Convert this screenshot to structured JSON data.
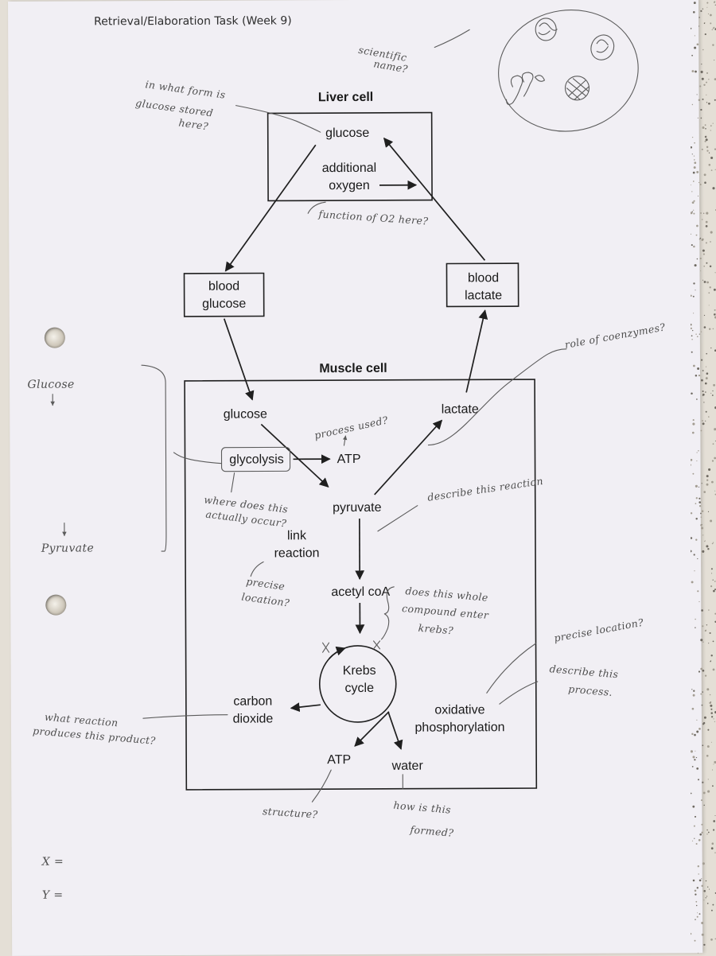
{
  "page_title": "Retrieval/Elaboration Task (Week 9)",
  "liver": {
    "title": "Liver cell",
    "glucose": "glucose",
    "additional_oxygen": [
      "additional",
      "oxygen"
    ]
  },
  "blood_glucose": [
    "blood",
    "glucose"
  ],
  "blood_lactate": [
    "blood",
    "lactate"
  ],
  "muscle": {
    "title": "Muscle cell",
    "glucose": "glucose",
    "glycolysis": "glycolysis",
    "atp_top": "ATP",
    "pyruvate": "pyruvate",
    "lactate": "lactate",
    "link_reaction": [
      "link",
      "reaction"
    ],
    "acetyl_coa": "acetyl coA",
    "krebs_cycle": [
      "Krebs",
      "cycle"
    ],
    "carbon_dioxide": [
      "carbon",
      "dioxide"
    ],
    "oxidative_phosphorylation": [
      "oxidative",
      "phosphorylation"
    ],
    "atp_bottom": "ATP",
    "water": "water"
  },
  "annotations": {
    "scientific_name": [
      "scientific",
      "name?"
    ],
    "glucose_stored": [
      "in what form is",
      "glucose stored",
      "here?"
    ],
    "function_o2": "function of O2 here?",
    "role_coenzymes": "role of coenzymes?",
    "process_used": "process used?",
    "where_occur": [
      "where does this",
      "actually occur?"
    ],
    "describe_reaction": "describe this reaction",
    "precise_location_link": [
      "precise",
      "location?"
    ],
    "whole_compound": [
      "does this whole",
      "compound enter",
      "krebs?"
    ],
    "precise_location_ox": "precise location?",
    "describe_process": [
      "describe this",
      "process."
    ],
    "what_reaction": [
      "what reaction",
      "produces this product?"
    ],
    "structure": "structure?",
    "how_formed": [
      "how is this",
      "formed?"
    ],
    "margin_glucose": "Glucose",
    "margin_pyruvate": "Pyruvate",
    "x_label": "X =",
    "y_label": "Y ="
  }
}
